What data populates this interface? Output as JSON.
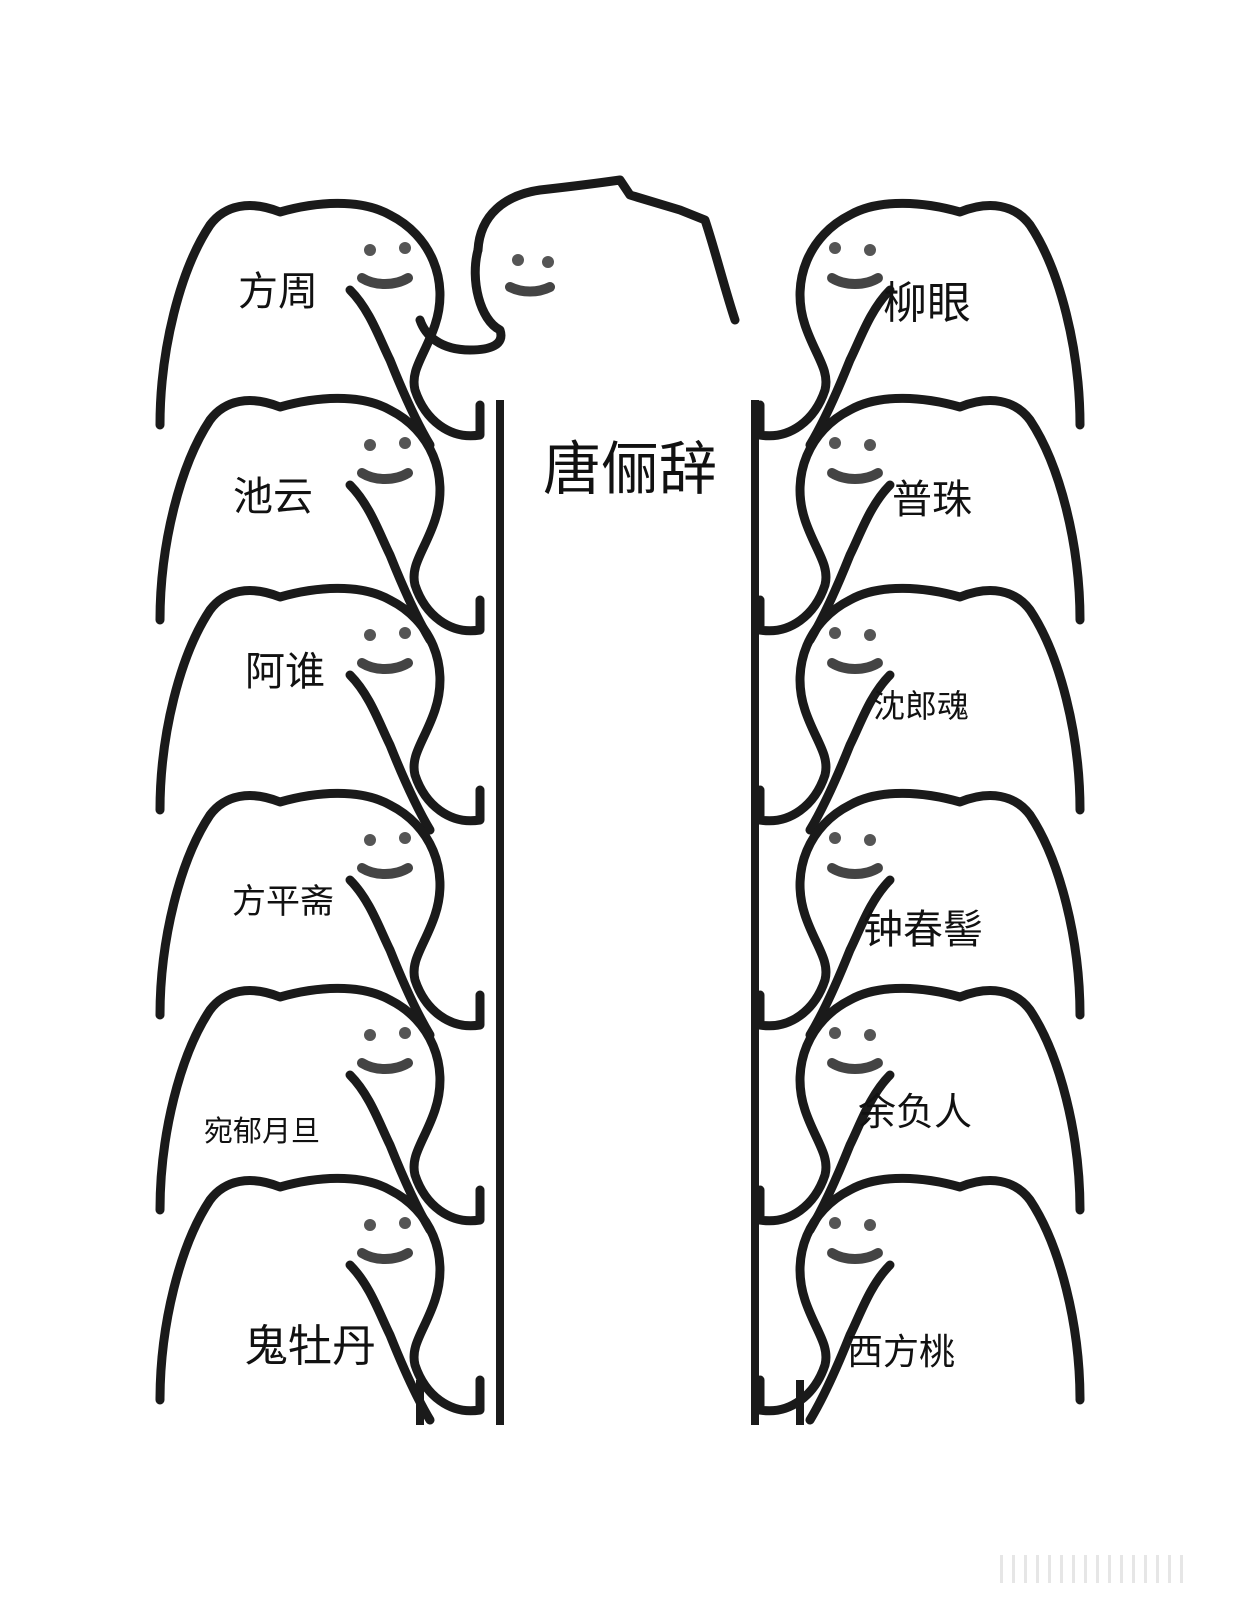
{
  "center_figure": {
    "label": "唐俪辞"
  },
  "left_figures": [
    {
      "label": "方周"
    },
    {
      "label": "池云"
    },
    {
      "label": "阿谁"
    },
    {
      "label": "方平斋"
    },
    {
      "label": "宛郁月旦"
    },
    {
      "label": "鬼牡丹"
    }
  ],
  "right_figures": [
    {
      "label": "柳眼"
    },
    {
      "label": "普珠"
    },
    {
      "label": "沈郎魂"
    },
    {
      "label": "钟春髻"
    },
    {
      "label": "余负人"
    },
    {
      "label": "西方桃"
    }
  ],
  "colors": {
    "background": "#ffffff",
    "stroke": "#1a1a1a",
    "face": "#555555",
    "watermark": "#e6e6e6"
  }
}
